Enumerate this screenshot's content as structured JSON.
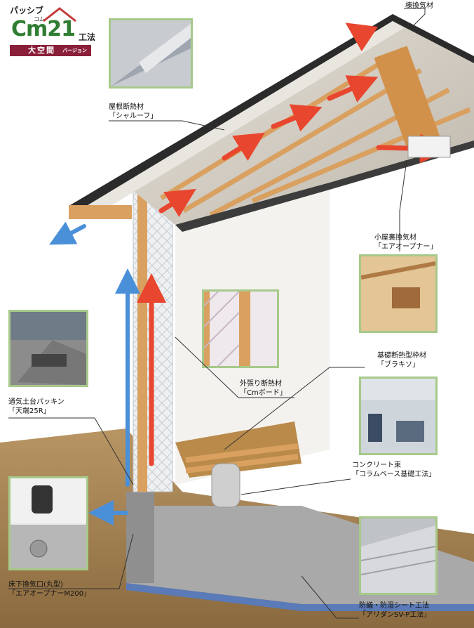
{
  "logo": {
    "top_text": "パッシブ",
    "main_text": "Cm21",
    "small_text": "コム",
    "method_text": "工法",
    "band_text": "大空間",
    "band_sub": "バージョン"
  },
  "labels": {
    "ridge": "棟換気材",
    "roof_insulation": {
      "line1": "屋根断熱材",
      "line2": "「シャルーフ」"
    },
    "attic_vent": {
      "line1": "小屋裏換気材",
      "line2": "「エアオープナー」"
    },
    "outer_insulation": {
      "line1": "外張り断熱材",
      "line2": "「Cmボード」"
    },
    "foundation_frame": {
      "line1": "基礎断熱型枠材",
      "line2": "「ブラキソ」"
    },
    "sill_packing": {
      "line1": "通気土台パッキン",
      "line2": "「天端25R」"
    },
    "concrete_post": {
      "line1": "コンクリート束",
      "line2": "「コラムベース基礎工法」"
    },
    "underfloor_vent": {
      "line1": "床下換気口(丸型)",
      "line2": "「エアオープナーM200」"
    },
    "moisture_sheet": {
      "line1": "防蟻・防湿シート工法",
      "line2": "「アリダンSV-P工法」"
    }
  },
  "colors": {
    "warm_arrow": "#e8462f",
    "cool_arrow": "#4a90d9",
    "timber": "#d9a060",
    "roof": "#2b2b2b",
    "photo_border": "#a7c98a",
    "logo_band": "#8a1f3a",
    "logo_green": "#2f7d32"
  }
}
